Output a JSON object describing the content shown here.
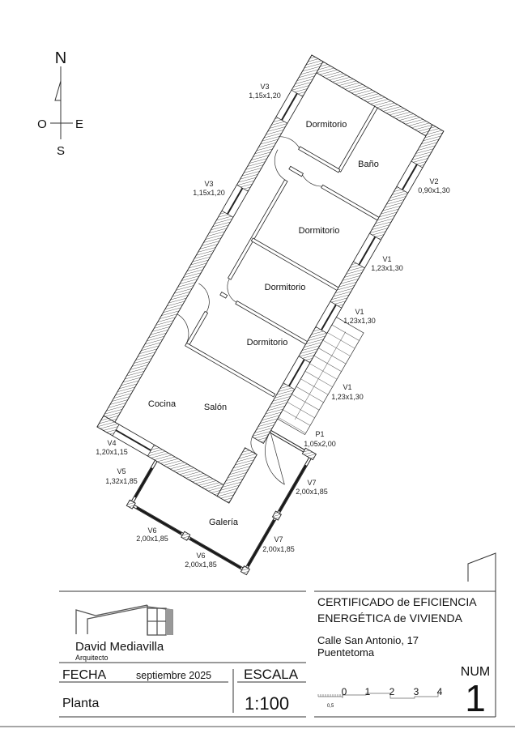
{
  "compass": {
    "n": "N",
    "s": "S",
    "e": "E",
    "o": "O"
  },
  "rooms": {
    "dormitorio_1": "Dormitorio",
    "bano": "Baño",
    "dormitorio_2": "Dormitorio",
    "dormitorio_3": "Dormitorio",
    "dormitorio_4": "Dormitorio",
    "cocina": "Cocina",
    "salon": "Salón",
    "galeria": "Galería"
  },
  "openings": [
    {
      "id": "V3",
      "size": "1,15x1,20"
    },
    {
      "id": "V2",
      "size": "0,90x1,30"
    },
    {
      "id": "V3",
      "size": "1,15x1,20"
    },
    {
      "id": "V1",
      "size": "1,23x1,30"
    },
    {
      "id": "V1",
      "size": "1,23x1,30"
    },
    {
      "id": "V1",
      "size": "1,23x1,30"
    },
    {
      "id": "P1",
      "size": "1,05x2,00"
    },
    {
      "id": "V4",
      "size": "1,20x1,15"
    },
    {
      "id": "V5",
      "size": "1,32x1,85"
    },
    {
      "id": "V7",
      "size": "2,00x1,85"
    },
    {
      "id": "V6",
      "size": "2,00x1,85"
    },
    {
      "id": "V7",
      "size": "2,00x1,85"
    },
    {
      "id": "V6",
      "size": "2,00x1,85"
    }
  ],
  "title_block": {
    "logo_name": "David Mediavilla",
    "logo_subtitle": "Arquitecto",
    "project_line1": "CERTIFICADO de EFICIENCIA",
    "project_line2": "ENERGÉTICA de VIVIENDA",
    "address_line1": "Calle San Antonio, 17",
    "address_line2": "Puentetoma",
    "fecha_label": "FECHA",
    "fecha_value": "septiembre 2025",
    "escala_label": "ESCALA",
    "escala_value": "1:100",
    "sheet_title": "Planta",
    "num_label": "NUM",
    "num_value": "1",
    "scale_bar": {
      "ticks": [
        "0",
        "1",
        "2",
        "3",
        "4"
      ],
      "sub": "0,5"
    }
  }
}
